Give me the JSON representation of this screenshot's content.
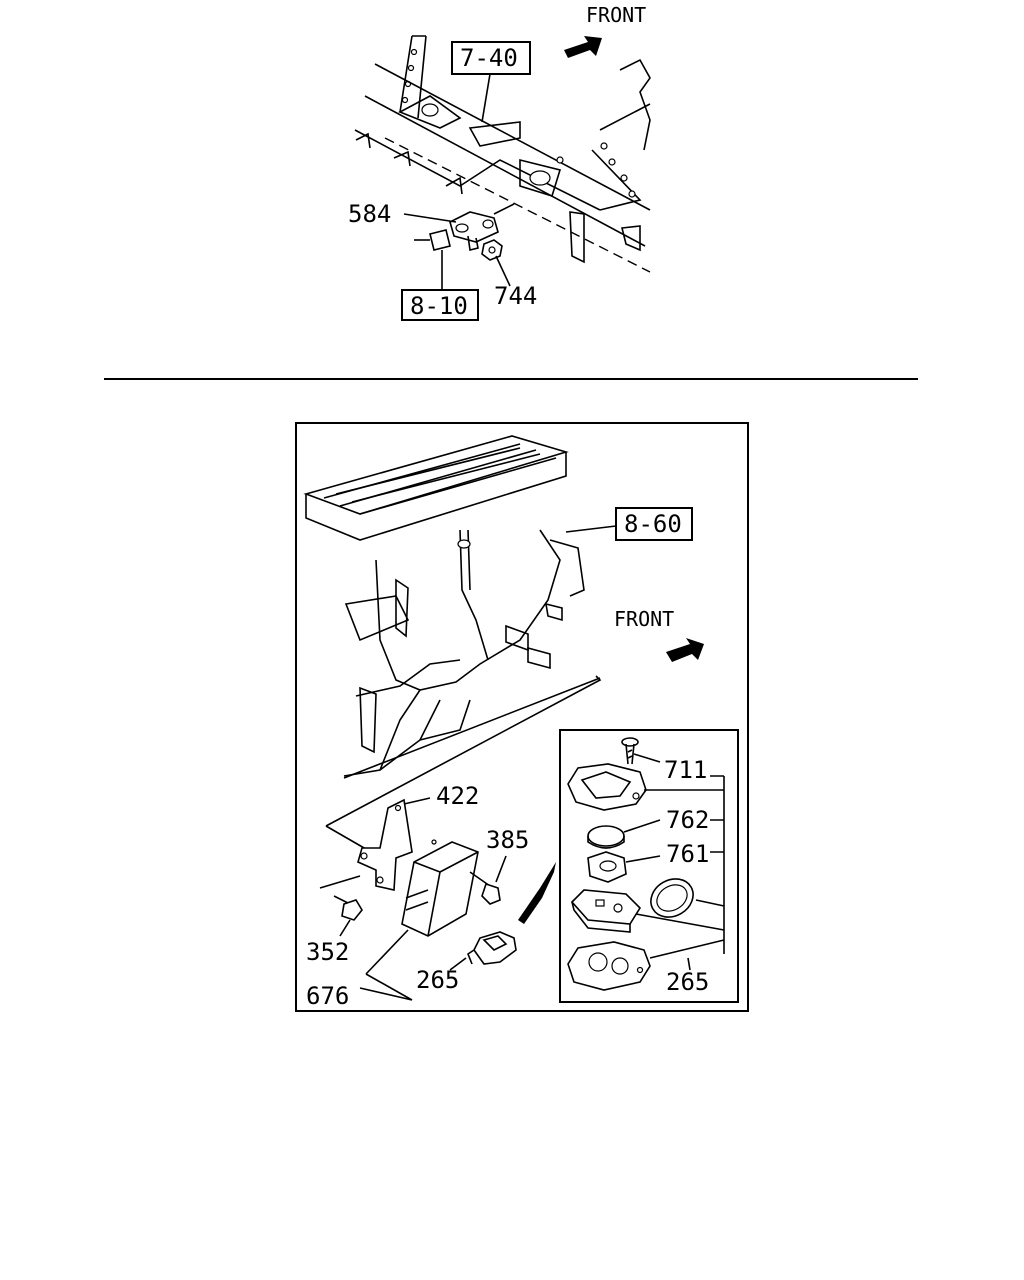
{
  "top_section": {
    "direction_label": "FRONT",
    "ref_labels": {
      "frame": "7-40",
      "harness": "8-10"
    },
    "part_labels": {
      "bracket": "584",
      "nut": "744"
    }
  },
  "bottom_section": {
    "direction_label": "FRONT",
    "ref_labels": {
      "heater_unit": "8-60"
    },
    "part_labels": {
      "bracket": "422",
      "bolt": "385",
      "screw": "352",
      "transmitter_main": "265",
      "control_unit": "676",
      "inset_screw": "711",
      "inset_battery": "762",
      "inset_holder": "761",
      "inset_case": "265"
    }
  }
}
